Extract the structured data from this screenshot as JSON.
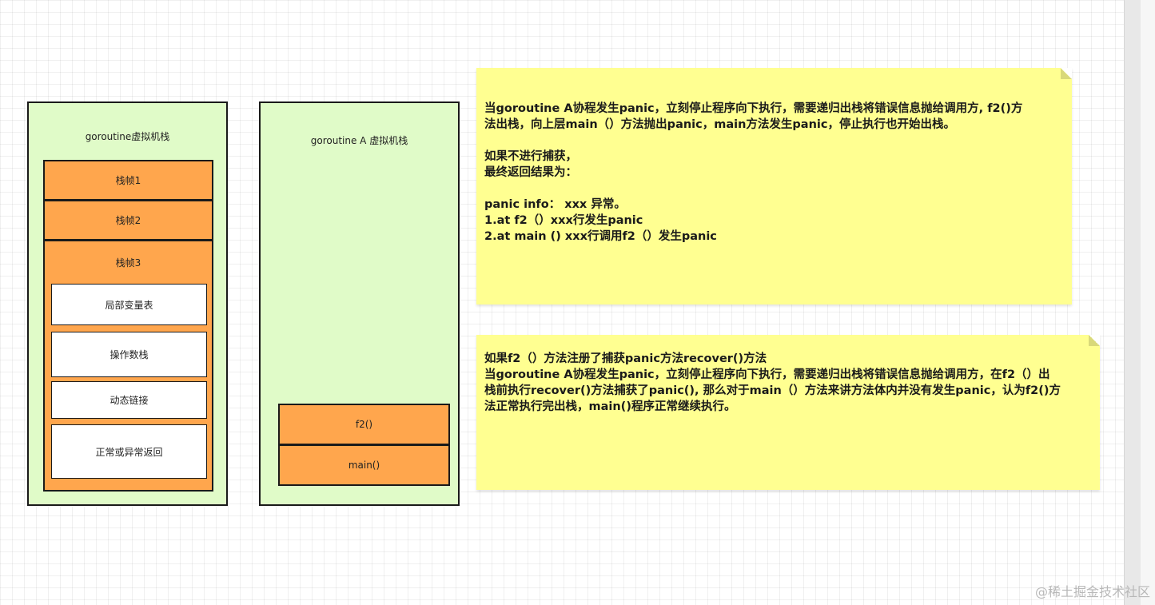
{
  "left_stack": {
    "title": "goroutine虚拟机栈",
    "frames": [
      "栈帧1",
      "栈帧2",
      "栈帧3"
    ],
    "frame3_slots": [
      "局部变量表",
      "操作数栈",
      "动态链接",
      "正常或异常返回"
    ]
  },
  "right_stack": {
    "title": "goroutine A 虚拟机栈",
    "frames": [
      "f2()",
      "main()"
    ]
  },
  "note1": {
    "lines": [
      "当goroutine A协程发生panic，立刻停止程序向下执行，需要递归出栈将错误信息抛给调用方, f2()方",
      "法出栈，向上层main（）方法抛出panic，main方法发生panic，停止执行也开始出栈。",
      "",
      "如果不进行捕获，",
      "最终返回结果为：",
      "",
      "panic info：  xxx 异常。",
      "1.at f2（）xxx行发生panic",
      "2.at main () xxx行调用f2（）发生panic"
    ]
  },
  "note2": {
    "lines": [
      "如果f2（）方法注册了捕获panic方法recover()方法",
      "当goroutine A协程发生panic，立刻停止程序向下执行，需要递归出栈将错误信息抛给调用方，在f2（）出",
      "栈前执行recover()方法捕获了panic(), 那么对于main（）方法来讲方法体内并没有发生panic，认为f2()方",
      "法正常执行完出栈，main()程序正常继续执行。"
    ]
  },
  "colors": {
    "stack_bg": "#e0fbc8",
    "frame_bg": "#ffa64d",
    "note_bg": "#ffff91"
  },
  "watermark": "@稀土掘金技术社区"
}
